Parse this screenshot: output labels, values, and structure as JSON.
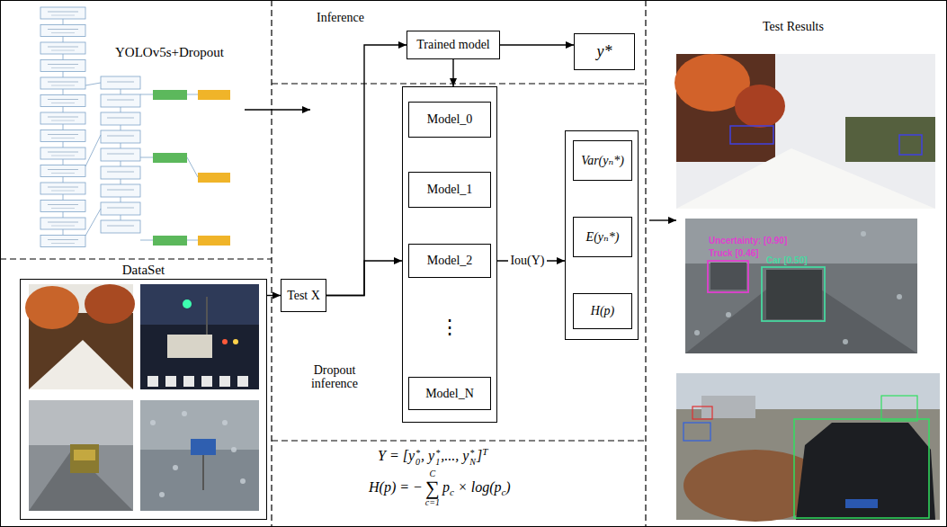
{
  "diagram": {
    "nodes": [
      {
        "text": [
          "Trained model"
        ]
      },
      {
        "text": [
          "y*"
        ]
      },
      {
        "text": [
          "⋮"
        ]
      },
      {
        "text": [
          "Model_0"
        ],
        "in": 2
      },
      {
        "text": [
          "Model_1"
        ],
        "in": 2
      },
      {
        "text": [
          "Model_2"
        ],
        "in": 2
      },
      {
        "text": [
          "Model_N"
        ],
        "in": 2
      },
      {
        "text": []
      },
      {
        "text": [
          "Var(yₙ*)"
        ],
        "in": 7
      },
      {
        "text": [
          "E(yₙ*)"
        ],
        "in": 7
      },
      {
        "text": [
          "H(p)"
        ],
        "in": 7
      },
      {
        "text": [
          "Test X"
        ]
      },
      {
        "text": [
          "DataSet"
        ]
      }
    ],
    "edges": [
      {
        "from": 12,
        "to": 11,
        "arrow": "to"
      },
      {
        "from": 11,
        "to": 0,
        "arrow": "to"
      },
      {
        "from": 11,
        "to": 2,
        "arrow": "to"
      },
      {
        "from": 0,
        "to": 1,
        "arrow": "to"
      },
      {
        "from": 0,
        "to": 2,
        "arrow": "to"
      },
      {
        "from": 2,
        "to": 7,
        "label": "Iou(Y)",
        "arrow": "to"
      }
    ],
    "labels": [
      "YOLOv5s+Dropout",
      "Inference",
      "Dropout inference",
      "Test Results",
      "Uncertainty: [0.90]",
      "Truck [0.46]",
      "Car [0.50]",
      "Y = [y",
      "*",
      "0",
      ", y",
      "*",
      "1",
      ",..., y",
      "*",
      "N",
      "]",
      "T",
      "H(p) = −",
      "C",
      "∑",
      "c=1",
      "p",
      "c",
      " × log(p",
      "c",
      ")"
    ]
  }
}
